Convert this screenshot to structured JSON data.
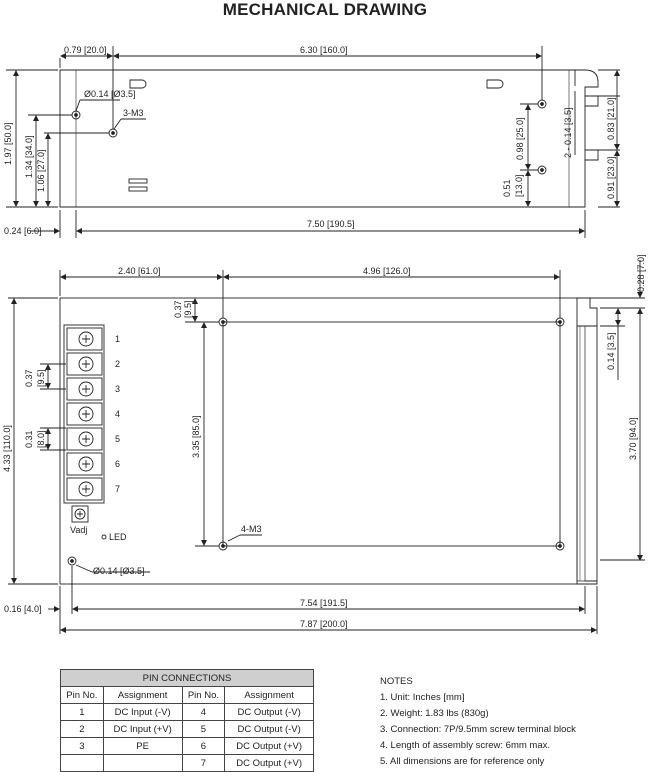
{
  "title": "MECHANICAL DRAWING",
  "top_view": {
    "dim_offset": "0.79 [20.0]",
    "dim_width": "6.30 [160.0]",
    "dim_height": "1.97 [50.0]",
    "dim_1_34": "1.34 [34.0]",
    "dim_1_06": "1.06 [27.0]",
    "hole_label": "Ø0.14 [Ø3.5]",
    "screw_label": "3-M3",
    "dim_0_98": "0.98 [25.0]",
    "dim_0_51": "0.51",
    "dim_0_51b": "[13.0]",
    "dim_2x014": "2 - 0.14 [3.5]",
    "dim_0_83": "0.83 [21.0]",
    "dim_0_91": "0.91 [23.0]",
    "dim_0_24": "0.24 [6.0]",
    "dim_7_50": "7.50 [190.5]"
  },
  "front_view": {
    "dim_2_40": "2.40 [61.0]",
    "dim_4_96": "4.96 [126.0]",
    "dim_0_28": "0.28 [7.0]",
    "dim_0_37": "0.37",
    "dim_0_37b": "[9.5]",
    "dim_0_37t": "0.37",
    "dim_0_37tb": "[9.5]",
    "dim_0_31": "0.31",
    "dim_0_31b": "[8.0]",
    "dim_4_33": "4.33 [110.0]",
    "dim_3_35": "3.35 [85.0]",
    "dim_0_14": "0.14 [3.5]",
    "dim_3_70": "3.70 [94.0]",
    "screw_label": "4-M3",
    "hole_label": "Ø0.14 [Ø3.5]",
    "vadj": "Vadj",
    "led": "LED",
    "dim_0_16": "0.16 [4.0]",
    "dim_7_54": "7.54 [191.5]",
    "dim_7_87": "7.87 [200.0]",
    "terminal_numbers": [
      "1",
      "2",
      "3",
      "4",
      "5",
      "6",
      "7"
    ]
  },
  "pin_table": {
    "caption": "PIN CONNECTIONS",
    "headers": [
      "Pin No.",
      "Assignment",
      "Pin No.",
      "Assignment"
    ],
    "rows": [
      [
        "1",
        "DC Input (-V)",
        "4",
        "DC Output (-V)"
      ],
      [
        "2",
        "DC Input (+V)",
        "5",
        "DC Output (-V)"
      ],
      [
        "3",
        "PE",
        "6",
        "DC Output (+V)"
      ],
      [
        "",
        "",
        "7",
        "DC Output (+V)"
      ]
    ]
  },
  "notes": {
    "heading": "NOTES",
    "items": [
      "1. Unit: Inches [mm]",
      "2. Weight: 1.83 lbs (830g)",
      "3. Connection: 7P/9.5mm screw terminal block",
      "4. Length of assembly screw: 6mm max.",
      "5. All dimensions are for reference only"
    ]
  }
}
